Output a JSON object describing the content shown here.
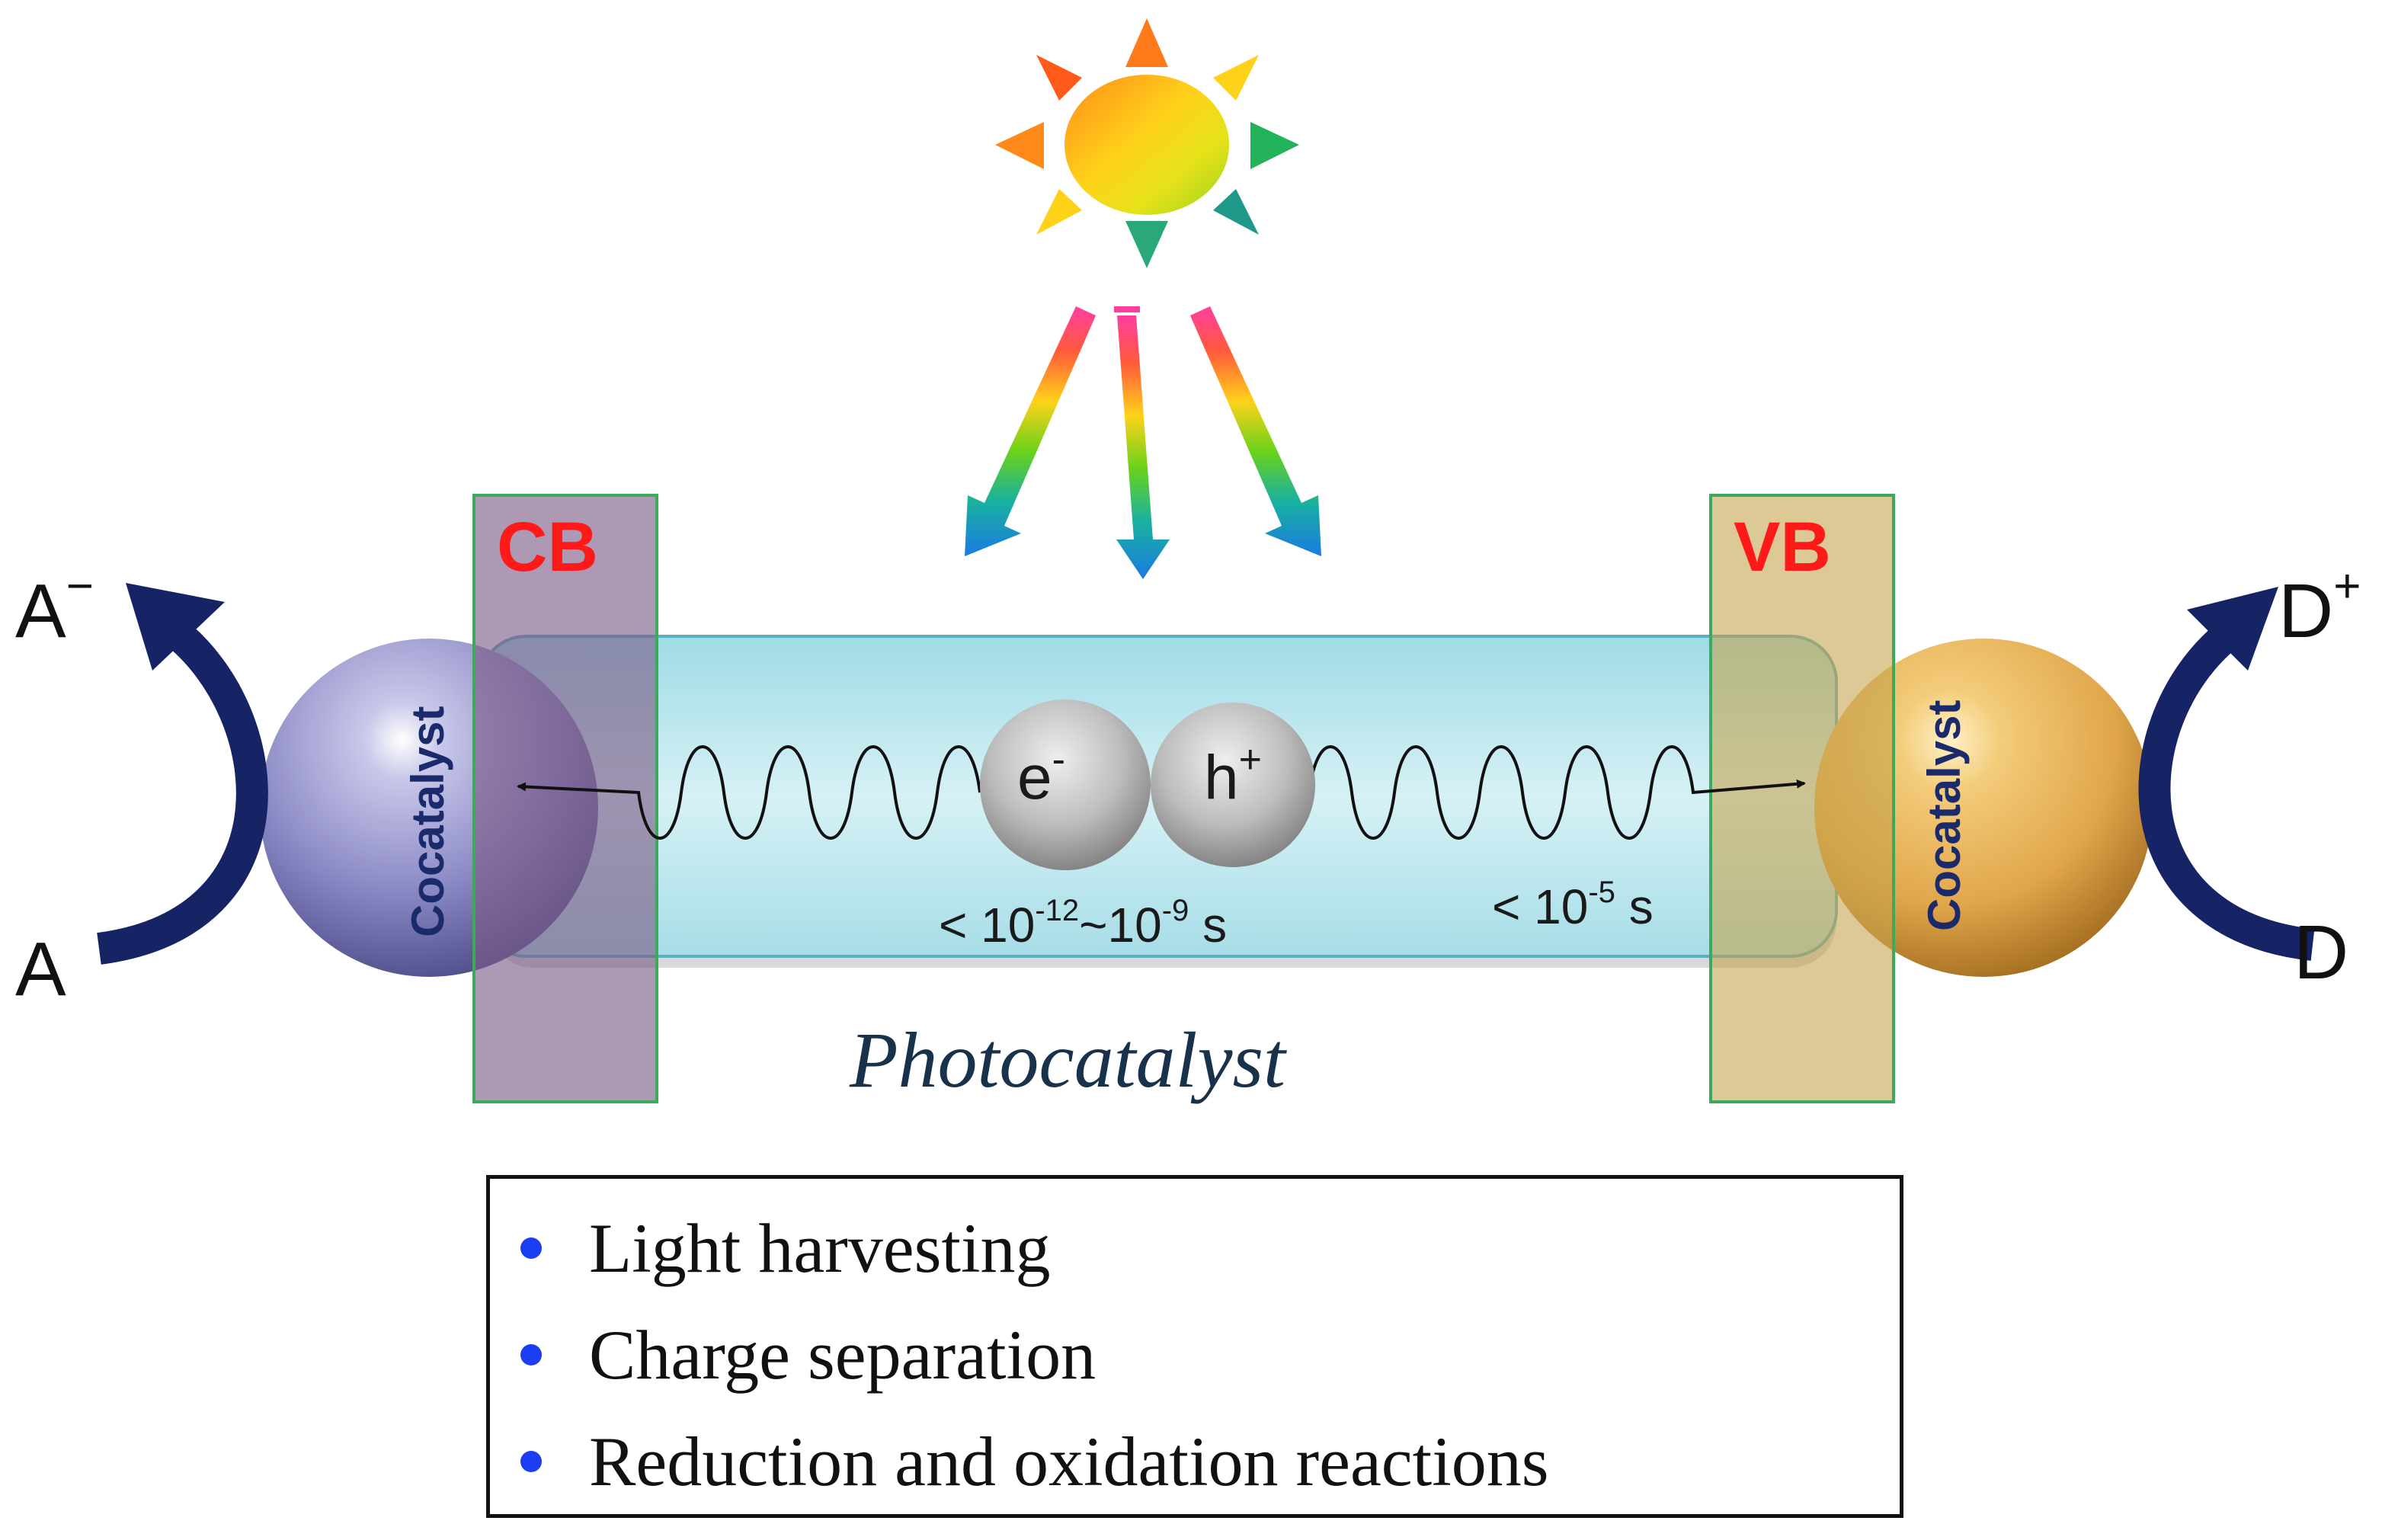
{
  "bands": {
    "conduction": "CB",
    "valence": "VB"
  },
  "species": {
    "acceptor_reduced_base": "A",
    "acceptor_reduced_sup": "−",
    "acceptor": "A",
    "donor_oxidized_base": "D",
    "donor_oxidized_sup": "+",
    "donor": "D"
  },
  "charges": {
    "electron_base": "e",
    "electron_sup": "-",
    "hole_base": "h",
    "hole_sup": "+"
  },
  "timescales": {
    "separation_prefix": "< 10",
    "separation_exp1": "-12",
    "separation_mid": "~10",
    "separation_exp2": "-9",
    "separation_suffix": " s",
    "surface_prefix": "< 10",
    "surface_exp": "-5",
    "surface_suffix": " s"
  },
  "cocatalyst_left": "Cocatalyst",
  "cocatalyst_right": "Cocatalyst",
  "photocatalyst": "Photocatalyst",
  "features": [
    "Light harvesting",
    "Charge separation",
    "Reduction and oxidation reactions"
  ],
  "colors": {
    "band_label": "#ff1a1a",
    "cb_band": "#7a5a86",
    "vb_band": "#c4a24a",
    "band_border": "#3caa5a",
    "bar_fill": "#a8dfe8",
    "left_cocatalyst": "#8a88c4",
    "right_cocatalyst": "#e1a64b",
    "reaction_arrow": "#162466",
    "bullet": "#1a3ef0"
  },
  "icons": [
    "sun-icon",
    "light-ray-arrow-icon",
    "curved-reaction-arrow-icon"
  ]
}
